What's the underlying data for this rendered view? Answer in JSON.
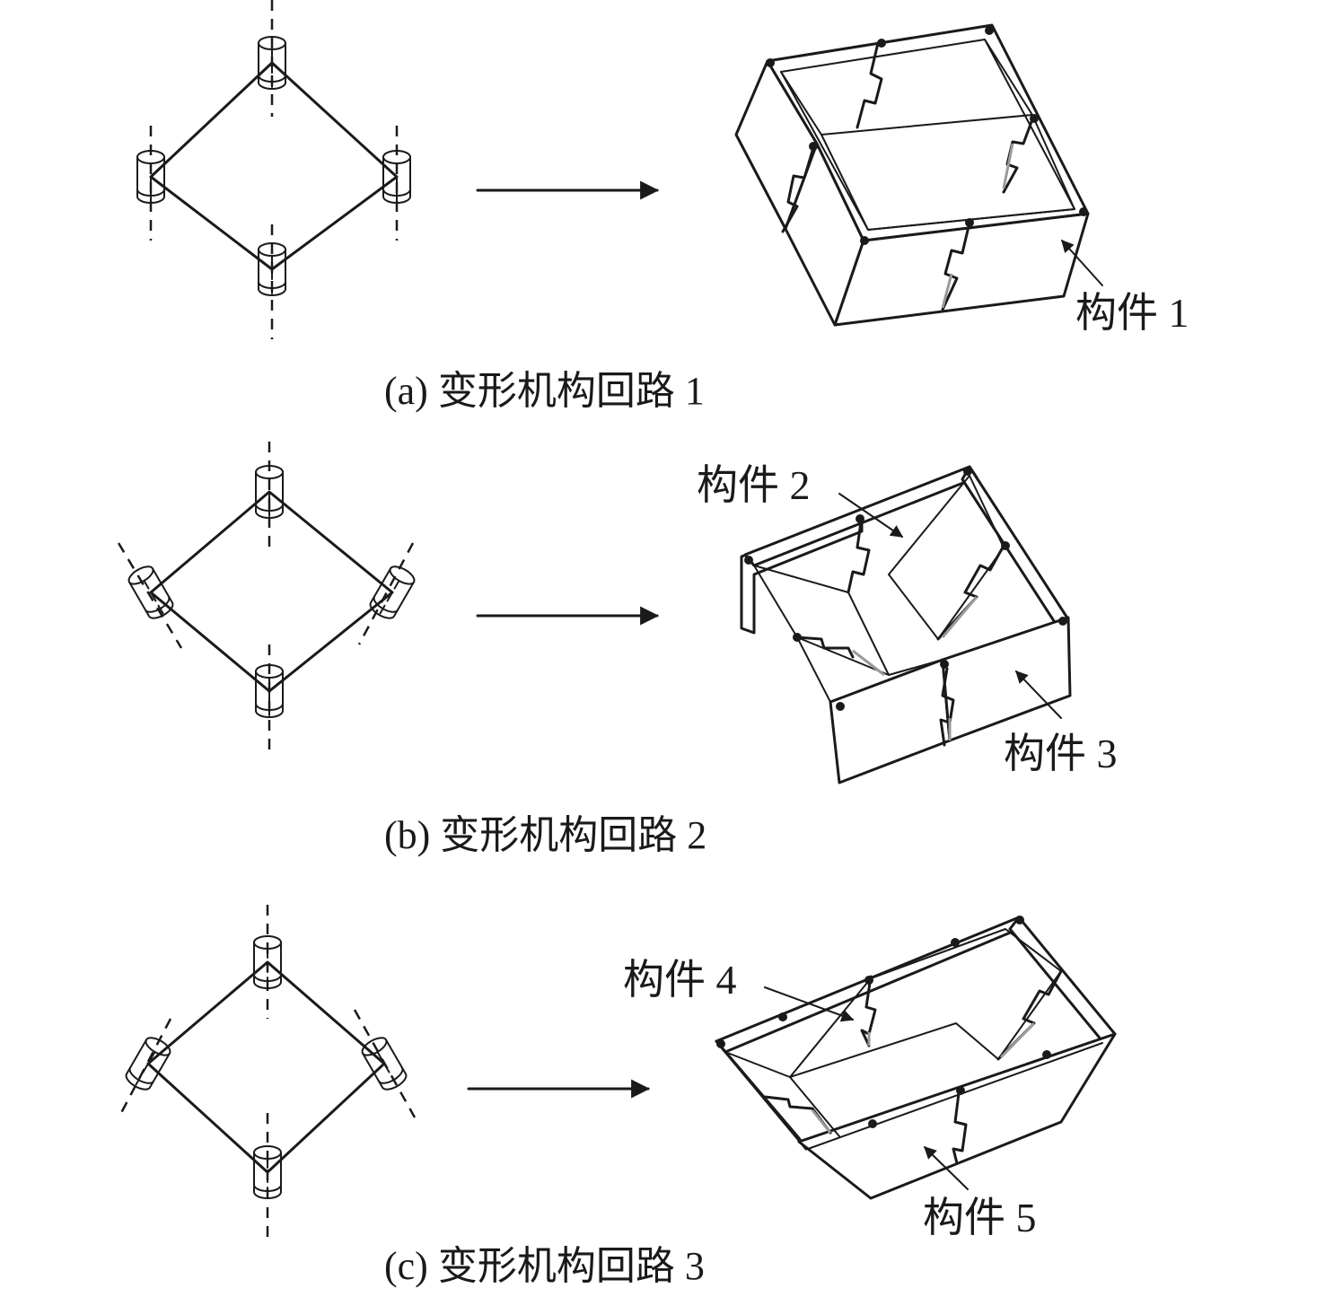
{
  "captions": {
    "a": "(a) 变形机构回路 1",
    "b": "(b) 变形机构回路 2",
    "c": "(c) 变形机构回路 3"
  },
  "labels": {
    "part1": "构件 1",
    "part2": "构件 2",
    "part3": "构件 3",
    "part4": "构件 4",
    "part5": "构件 5"
  }
}
